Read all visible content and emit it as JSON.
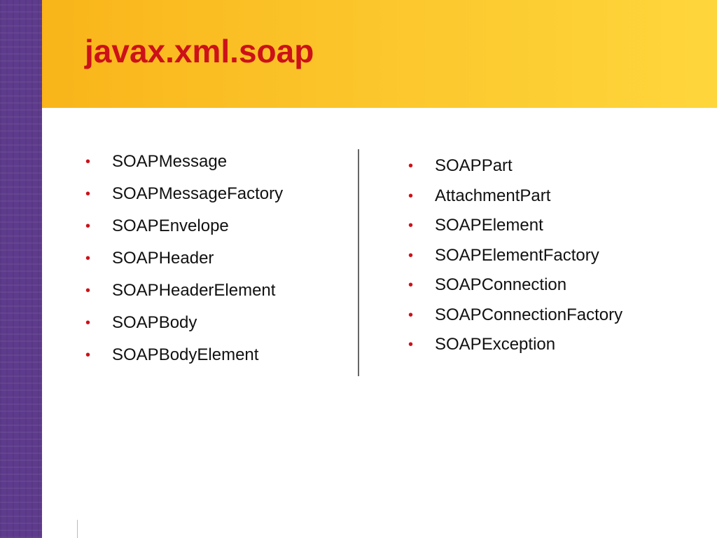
{
  "slide": {
    "title": "javax.xml.soap",
    "left_column": [
      "SOAPMessage",
      "SOAPMessageFactory",
      "SOAPEnvelope",
      "SOAPHeader",
      "SOAPHeaderElement",
      "SOAPBody",
      "SOAPBodyElement"
    ],
    "right_column": [
      "SOAPPart",
      "AttachmentPart",
      "SOAPElement",
      "SOAPElementFactory",
      "SOAPConnection",
      "SOAPConnectionFactory",
      "SOAPException"
    ],
    "bullet_glyph": "•"
  },
  "colors": {
    "title": "#cc1119",
    "bullet": "#cc1119",
    "text": "#111111",
    "header_band": "#fbc52a",
    "left_bar": "#5e3b8c"
  }
}
